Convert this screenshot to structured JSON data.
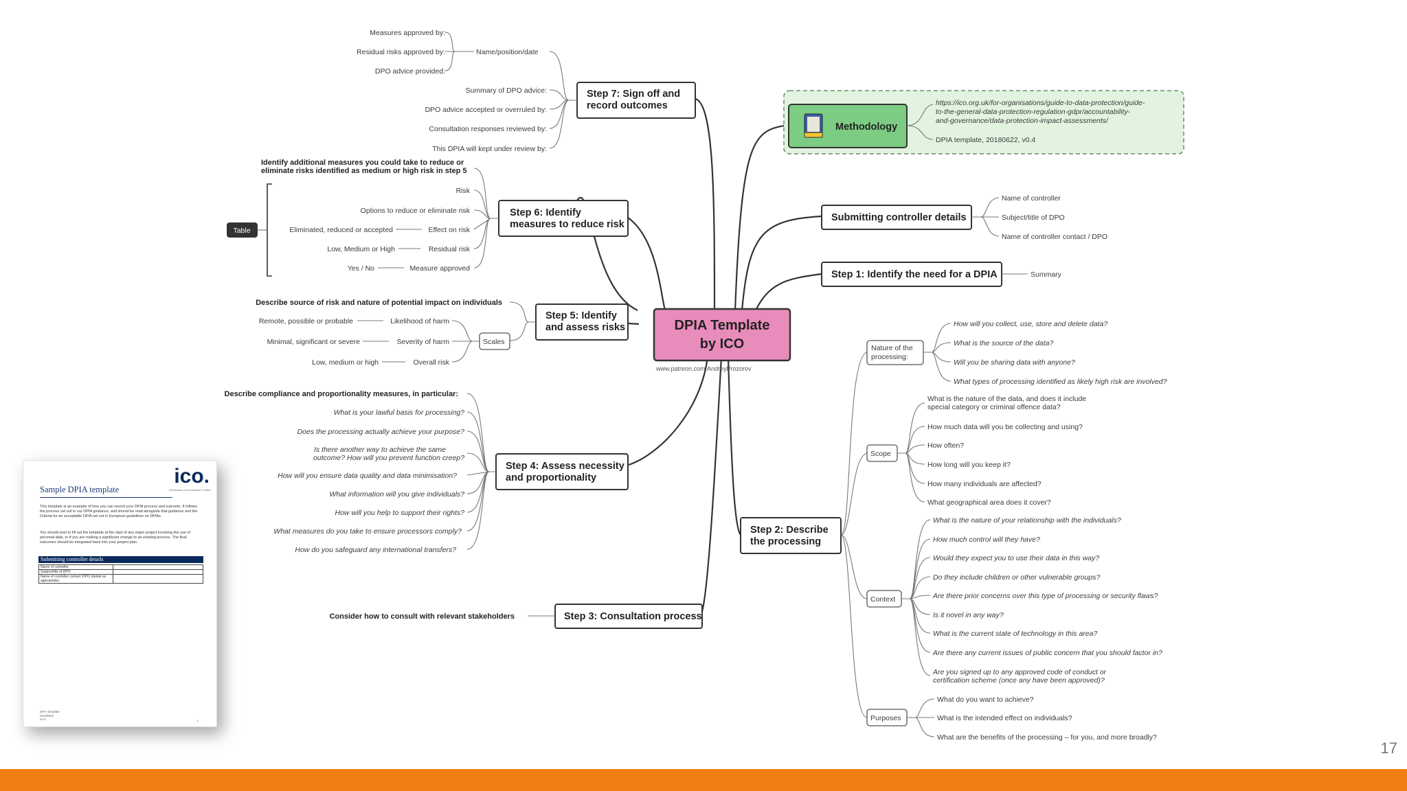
{
  "center": {
    "title_line1": "DPIA Template",
    "title_line2": "by ICO",
    "credit": "www.patreon.com/AndreyProzorov"
  },
  "colors": {
    "center_fill": "#e88cbc",
    "methodology_fill": "#7dcc84",
    "methodology_panel": "#e2f4e0",
    "bottom_bar": "#f07d14"
  },
  "methodology": {
    "label": "Methodology",
    "icon": "book-icon",
    "url_lines": [
      "https://ico.org.uk/for-organisations/guide-to-data-protection/guide-",
      "to-the-general-data-protection-regulation-gdpr/accountability-",
      "and-governance/data-protection-impact-assessments/"
    ],
    "version": "DPIA template, 20180622, v0.4"
  },
  "controller": {
    "label": "Submitting controller details",
    "items": [
      "Name of controller",
      "Subject/title of DPO",
      "Name of controller contact / DPO"
    ]
  },
  "step1": {
    "label": "Step 1: Identify the need for a DPIA",
    "items": [
      "Summary"
    ]
  },
  "step2": {
    "label_line1": "Step 2: Describe",
    "label_line2": "the processing",
    "nature": {
      "label_line1": "Nature of the",
      "label_line2": "processing:",
      "items": [
        "How will you collect, use, store and delete data?",
        "What is the source of the data?",
        "Will you be sharing data with anyone?",
        "What types of processing identified as likely high risk are involved?"
      ]
    },
    "scope": {
      "label": "Scope",
      "item0_line1": "What is the nature of the data, and does it include",
      "item0_line2": "special category or criminal offence data?",
      "items": [
        "How much data will you be collecting and using?",
        "How often?",
        "How long will you keep it?",
        "How many individuals are affected?",
        "What geographical area does it cover?"
      ]
    },
    "context": {
      "label": "Context",
      "items": [
        "What is the nature of your relationship with the individuals?",
        "How much control will they have?",
        "Would they expect you to use their data in this way?",
        "Do they include children or other vulnerable groups?",
        "Are there prior concerns over this type of processing or security flaws?",
        "Is it novel in any way?",
        "What is the current state of technology in this area?",
        "Are there any current issues of public concern that you should factor in?"
      ],
      "last_line1": "Are you signed up to any approved code of conduct or",
      "last_line2": "certification scheme (once any have been approved)?"
    },
    "purposes": {
      "label": "Purposes",
      "items": [
        "What do you want to achieve?",
        "What is the intended effect on individuals?",
        "What are the benefits of the processing – for  you, and more broadly?"
      ]
    }
  },
  "step3": {
    "label": "Step 3: Consultation process",
    "note": "Consider how to consult with relevant stakeholders"
  },
  "step4": {
    "label_line1": "Step 4: Assess necessity",
    "label_line2": "and proportionality",
    "heading": "Describe compliance and proportionality measures, in particular:",
    "q0": "What is your lawful basis for processing?",
    "q1": "Does the processing actually achieve your purpose?",
    "q2_line1": "Is there another way to achieve the same",
    "q2_line2": "outcome? How will you prevent function creep?",
    "q3": "How will you ensure data quality and data minimisation?",
    "q4": "What information will you give individuals?",
    "q5": "How will you help to support their rights?",
    "q6": "What measures do you take to ensure processors comply?",
    "q7": "How do you safeguard any international transfers?"
  },
  "step5": {
    "label_line1": "Step 5: Identify",
    "label_line2": "and assess risks",
    "heading": "Describe source of risk and nature of potential impact on individuals",
    "scales_label": "Scales",
    "scales": [
      {
        "name": "Likelihood of harm",
        "values": "Remote, possible or probable"
      },
      {
        "name": "Severity of harm",
        "values": "Minimal, significant or severe"
      },
      {
        "name": "Overall risk",
        "values": "Low, medium or high"
      }
    ]
  },
  "step6": {
    "label_line1": "Step 6: Identify",
    "label_line2": "measures to reduce risk",
    "heading_line1": "Identify additional measures you could take to reduce or",
    "heading_line2": "eliminate risks identified as medium or high risk in step 5",
    "table_label": "Table",
    "items": [
      "Risk",
      "Options to reduce or eliminate risk",
      "Effect on risk",
      "Residual risk",
      "Measure approved"
    ],
    "values": [
      "Eliminated, reduced or accepted",
      "Low, Medium or High",
      "Yes / No"
    ]
  },
  "step7": {
    "label_line1": "Step 7: Sign off and",
    "label_line2": "record outcomes",
    "group_label": "Name/position/date",
    "group_items": [
      "Measures approved by:",
      "Residual risks approved by:",
      "DPO advice provided:"
    ],
    "items": [
      "Summary of DPO advice:",
      "DPO advice accepted or overruled by:",
      "Consultation responses reviewed by:",
      "This DPIA will kept under review by:"
    ]
  },
  "thumbnail": {
    "logo": "ico.",
    "logo_sub": "Information Commissioner's Office",
    "title": "Sample DPIA template",
    "para1": "This template is an example of how you can record your DPIA process and outcome. It follows the process set out in our DPIA guidance, and should be read alongside that guidance and the Criteria for an acceptable DPIA set out in European guidelines on DPIAs.",
    "para2": "You should start to fill out the template at the start of any major project involving the use of personal data, or if you are making a significant change to an existing process. The final outcomes should be integrated back into your project plan.",
    "section": "Submitting controller details",
    "rows": [
      "Name of controller",
      "Subject/title of DPO",
      "Name of controller contact /DPO (delete as appropriate)"
    ],
    "footer_line1": "DPIA template",
    "footer_line2": "20180622",
    "footer_line3": "v0.4",
    "page": "1"
  },
  "slide_number": "17"
}
